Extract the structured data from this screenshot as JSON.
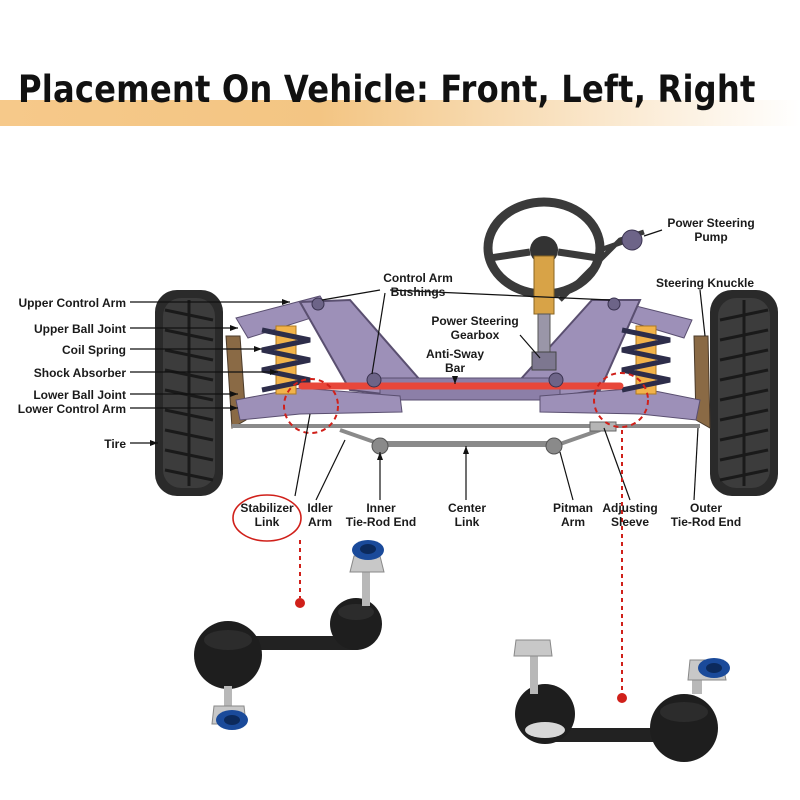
{
  "title": "Placement On Vehicle: Front, Left, Right",
  "colors": {
    "title_band": "#f3c583",
    "frame": "#9d90b8",
    "anti_sway_bar": "#e8473a",
    "marker": "#d0201a"
  },
  "labels": {
    "upper_control_arm": "Upper Control Arm",
    "upper_ball_joint": "Upper Ball Joint",
    "coil_spring": "Coil Spring",
    "shock_absorber": "Shock Absorber",
    "lower_ball_joint": "Lower Ball Joint",
    "lower_control_arm": "Lower Control Arm",
    "tire": "Tire",
    "control_arm_bushings": [
      "Control Arm",
      "Bushings"
    ],
    "power_steering_pump": [
      "Power Steering",
      "Pump"
    ],
    "steering_knuckle": "Steering Knuckle",
    "power_steering_gearbox": [
      "Power Steering",
      "Gearbox"
    ],
    "anti_sway_bar": [
      "Anti-Sway",
      "Bar"
    ],
    "stabilizer_link": [
      "Stabilizer",
      "Link"
    ],
    "idler_arm": [
      "Idler",
      "Arm"
    ],
    "inner_tie_rod_end": [
      "Inner",
      "Tie-Rod End"
    ],
    "center_link": [
      "Center",
      "Link"
    ],
    "pitman_arm": [
      "Pitman",
      "Arm"
    ],
    "adjusting_sleeve": [
      "Adjusting",
      "Sleeve"
    ],
    "outer_tie_rod_end": [
      "Outer",
      "Tie-Rod End"
    ]
  }
}
